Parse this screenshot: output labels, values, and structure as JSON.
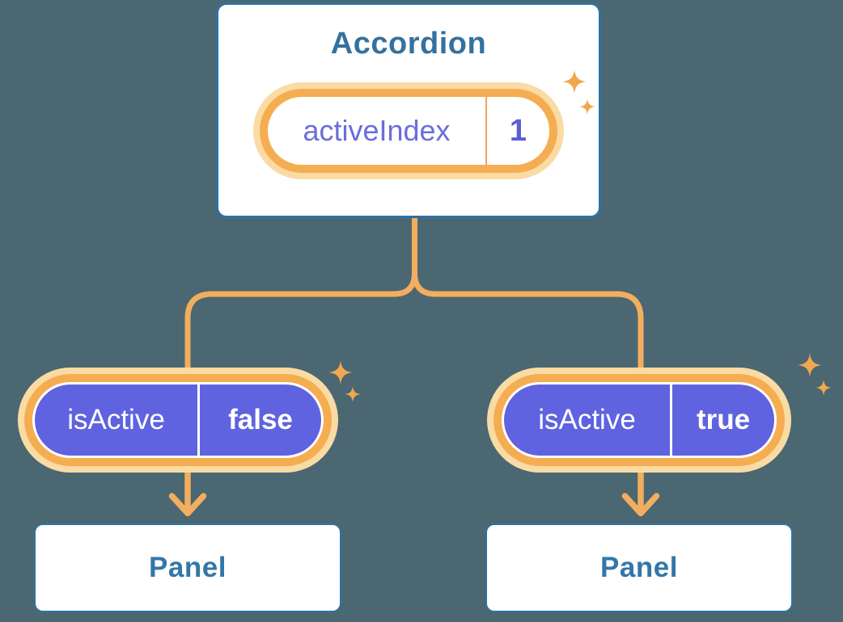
{
  "canvas": {
    "background": "#4B6771"
  },
  "accordion_card": {
    "title": "Accordion",
    "state_pill": {
      "label": "activeIndex",
      "value": "1"
    }
  },
  "branches": {
    "left": {
      "prop_pill": {
        "label": "isActive",
        "value": "false"
      },
      "panel": {
        "title": "Panel"
      }
    },
    "right": {
      "prop_pill": {
        "label": "isActive",
        "value": "true"
      },
      "panel": {
        "title": "Panel"
      }
    }
  },
  "icons": {
    "sparkle": "four-point-sparkle-star",
    "arrow": "arrow-down"
  },
  "colors": {
    "background": "#4B6771",
    "card_border": "#2E72A3",
    "card_title_text": "#35719E",
    "panel_text": "#3377A8",
    "connector_orange": "#F2AE5E",
    "pill_ring_orange": "#F5AD52",
    "pill_glow_cream": "#FBDBA4",
    "pill_divider_orange": "#F0A850",
    "pill_purple": "#5F63DF",
    "state_label_text": "#6A6ED9",
    "state_value_text": "#5A5ED6",
    "pill_text": "#FFFFFF",
    "sparkle_orange": "#F1A74F"
  }
}
